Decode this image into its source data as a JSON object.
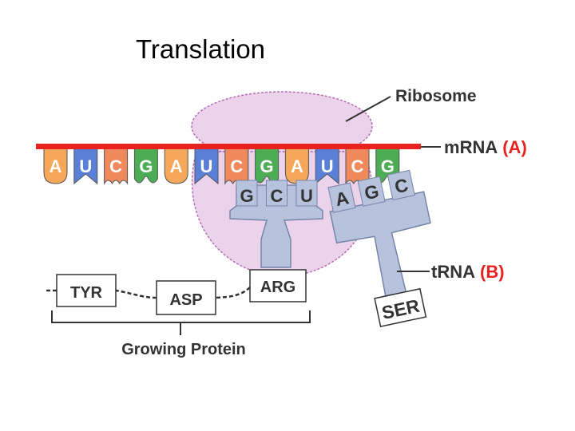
{
  "title": "Translation",
  "labels": {
    "ribosome": "Ribosome",
    "mrna": "m",
    "mrna_rest": "RNA",
    "mrna_tag": "(A)",
    "trna": "t",
    "trna_rest": "RNA",
    "trna_tag": "(B)",
    "growing_protein": "Growing Protein"
  },
  "mrna_codons": [
    "A",
    "U",
    "C",
    "G",
    "A",
    "U",
    "C",
    "G",
    "A",
    "U",
    "C",
    "G"
  ],
  "anticodon_bound": [
    "G",
    "C",
    "U"
  ],
  "anticodon_free": [
    "A",
    "G",
    "C"
  ],
  "amino_acids": {
    "tyr": "TYR",
    "asp": "ASP",
    "arg": "ARG",
    "ser": "SER"
  },
  "colors": {
    "A": "#f5a85a",
    "U": "#5a7fd6",
    "C": "#f08a5d",
    "G": "#4cad54",
    "mrna_strand": "#e8231f",
    "ribosome": "#ecd3ec",
    "ribosome_outline": "#b46bb4",
    "trna": "#b7c2dd",
    "label_red": "#e8231f"
  }
}
